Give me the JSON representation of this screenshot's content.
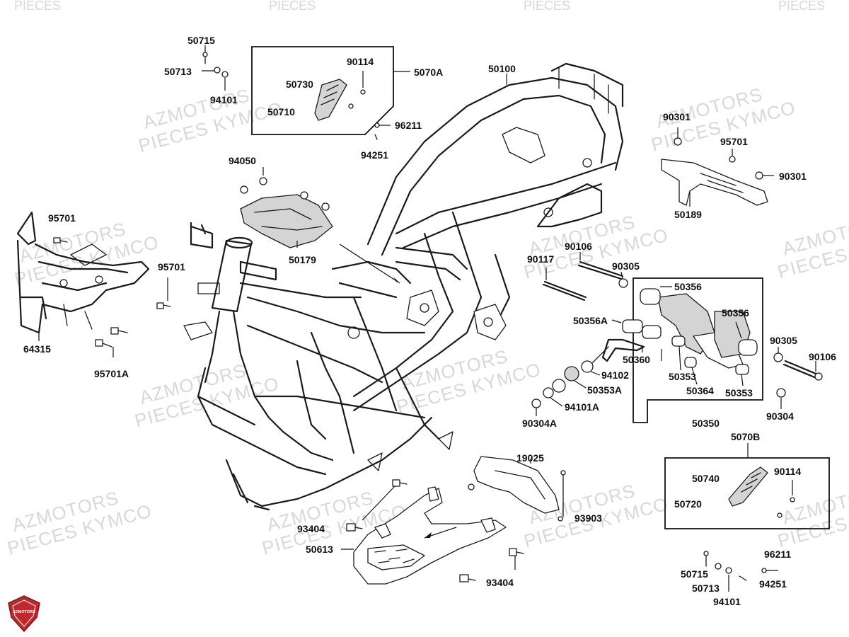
{
  "watermarks": {
    "line1": "AZMOTORS",
    "line2": "PIECES KYMCO",
    "top": "PIECES"
  },
  "logo": {
    "text": "AZMOTORS",
    "color": "#c0282d"
  },
  "labels": {
    "p50715_top": "50715",
    "p50713_top": "50713",
    "p94101_top": "94101",
    "p90114_top": "90114",
    "p50730": "50730",
    "p50710": "50710",
    "p5070A": "5070A",
    "p96211_top": "96211",
    "p94251_top": "94251",
    "p50100": "50100",
    "p90301_a": "90301",
    "p95701_right": "95701",
    "p90301_b": "90301",
    "p50189": "50189",
    "p94050": "94050",
    "p50179": "50179",
    "p95701_left": "95701",
    "p95701_mid": "95701",
    "p64315": "64315",
    "p95701A": "95701A",
    "p90106_top": "90106",
    "p90117": "90117",
    "p90305_top": "90305",
    "p50356_a": "50356",
    "p50356_b": "50356",
    "p50356A": "50356A",
    "p50360": "50360",
    "p94102": "94102",
    "p50353A": "50353A",
    "p94101A": "94101A",
    "p90304A": "90304A",
    "p50353_a": "50353",
    "p50364": "50364",
    "p50353_b": "50353",
    "p50350": "50350",
    "p90305_right": "90305",
    "p90106_right": "90106",
    "p90304": "90304",
    "p5070B": "5070B",
    "p50740": "50740",
    "p90114_bottom": "90114",
    "p50720": "50720",
    "p19025": "19025",
    "p93903": "93903",
    "p93404_a": "93404",
    "p50613": "50613",
    "p93404_b": "93404",
    "p96211_bottom": "96211",
    "p50715_bottom": "50715",
    "p50713_bottom": "50713",
    "p94251_bottom": "94251",
    "p94101_bottom": "94101"
  }
}
